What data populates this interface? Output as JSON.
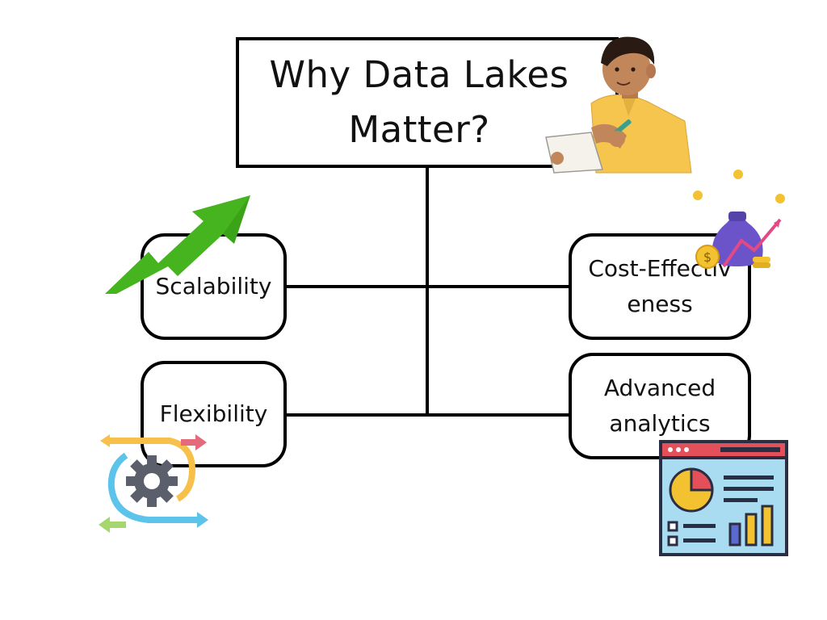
{
  "diagram": {
    "title": "Why Data Lakes Matter?",
    "nodes": {
      "scalability": "Scalability",
      "flexibility": "Flexibility",
      "cost_effectiveness": "Cost-Effectiveness",
      "advanced_analytics": "Advanced analytics"
    }
  },
  "illustrations": {
    "person": "person-writing-icon",
    "growth": "upward-arrow-icon",
    "money": "money-bag-icon",
    "gear": "gear-cycle-icon",
    "dashboard": "analytics-dashboard-icon"
  },
  "colors": {
    "arrow_green": "#3aa317",
    "shirt_yellow": "#f6c54d",
    "bag_purple": "#6b53c9",
    "coin_gold": "#f2c230",
    "trend_pink": "#e24a86",
    "gear_gray": "#5a5f6b",
    "cycle_blue": "#5cc4ea",
    "cycle_yellow": "#f6c04a",
    "dash_red": "#e4505a",
    "dash_bg": "#a9dcf1"
  }
}
